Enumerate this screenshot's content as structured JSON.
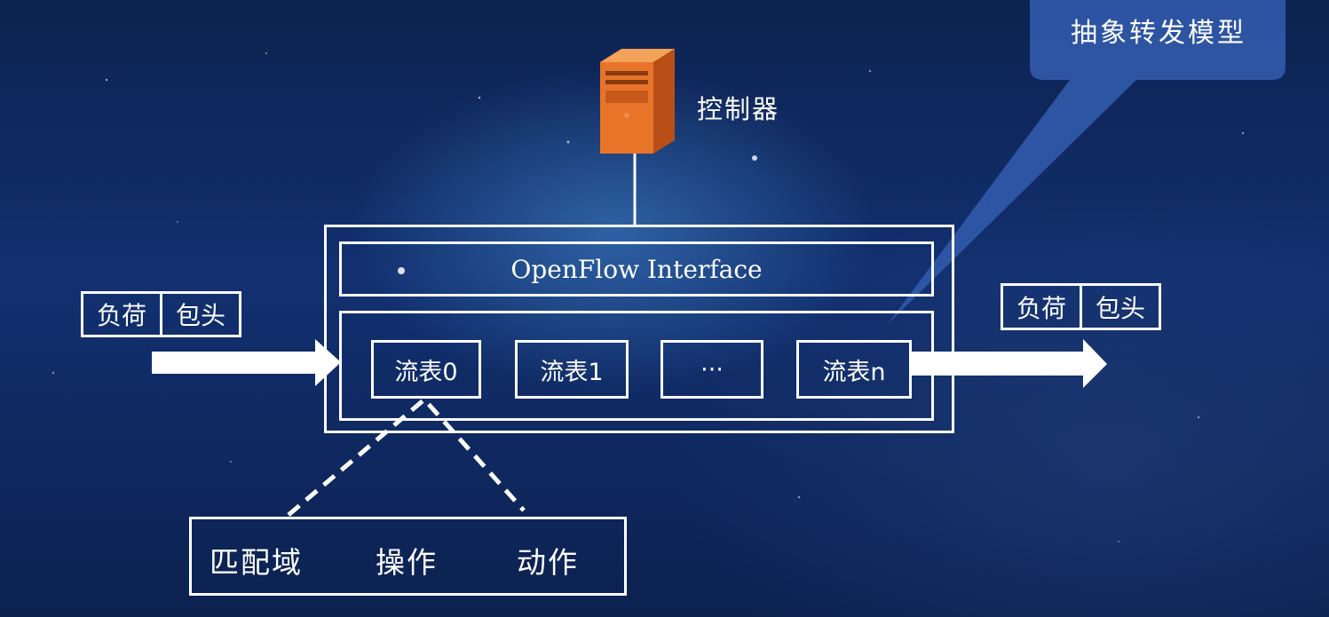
{
  "callout": {
    "label": "抽象转发模型",
    "color": "#2f57a6"
  },
  "controller": {
    "label": "控制器",
    "icon": "server-icon",
    "color": "#e8742a"
  },
  "interface": {
    "label": "OpenFlow Interface"
  },
  "flow_tables": [
    {
      "label": "流表0"
    },
    {
      "label": "流表1"
    },
    {
      "label": "···"
    },
    {
      "label": "流表n"
    }
  ],
  "packet_in": {
    "payload": "负荷",
    "header": "包头"
  },
  "packet_out": {
    "payload": "负荷",
    "header": "包头"
  },
  "entry": {
    "match": "匹配域",
    "operation": "操作",
    "action": "动作"
  }
}
